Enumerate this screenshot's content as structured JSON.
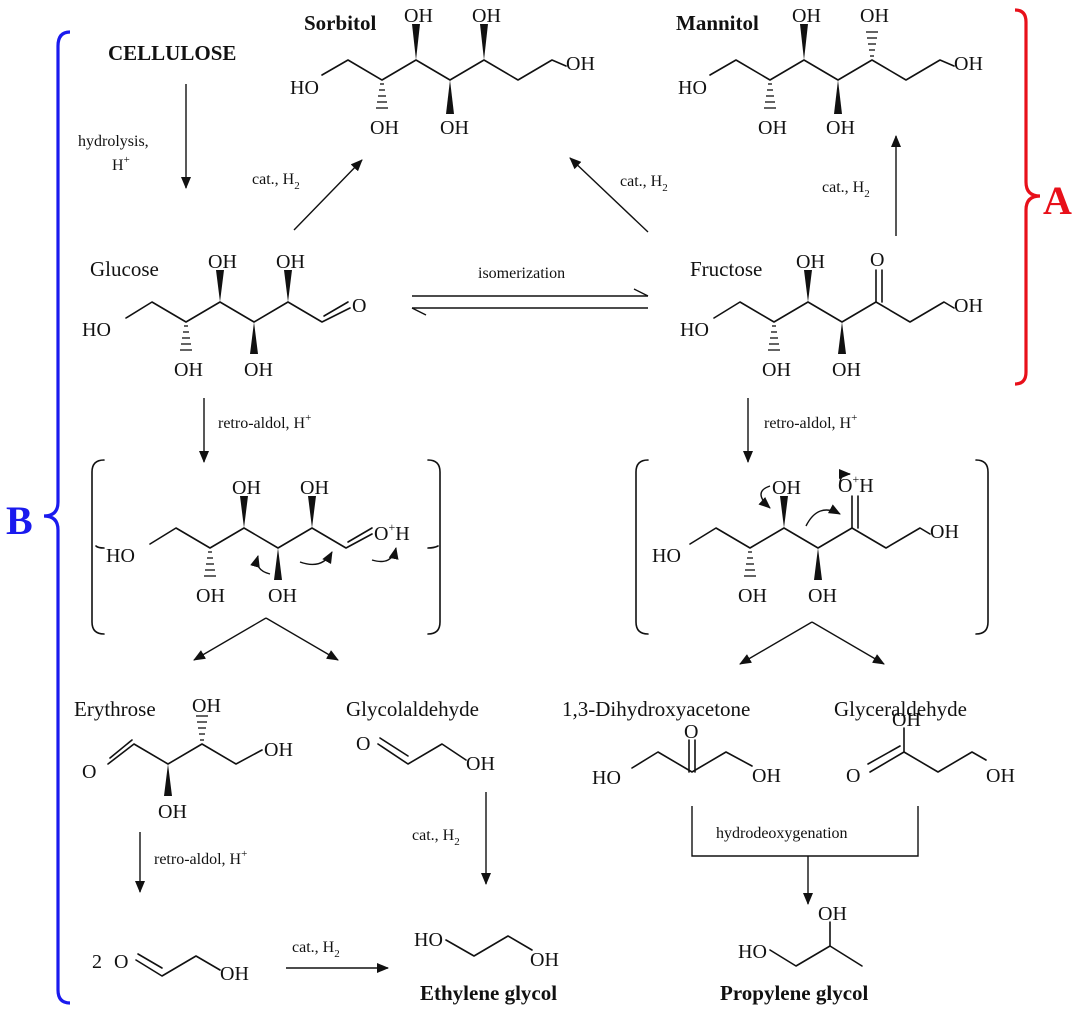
{
  "labels": {
    "cellulose": "CELLULOSE",
    "sorbitol": "Sorbitol",
    "mannitol": "Mannitol",
    "glucose": "Glucose",
    "fructose": "Fructose",
    "erythrose": "Erythrose",
    "glycolaldehyde": "Glycolaldehyde",
    "dihydroxyacetone": "1,3-Dihydroxyacetone",
    "glyceraldehyde": "Glyceraldehyde",
    "ethylene_glycol": "Ethylene glycol",
    "propylene_glycol": "Propylene glycol",
    "coefficient": "2"
  },
  "conditions": {
    "hydrolysis_line1": "hydrolysis,",
    "hydrolysis_line2": "H",
    "plus": "+",
    "cat": "cat., H",
    "sub2": "2",
    "isomerization": "isomerization",
    "retro_aldol": "retro-aldol, H",
    "hydrodeoxygenation": "hydrodeoxygenation"
  },
  "atoms": {
    "oh": "OH",
    "ho": "HO",
    "o": "O",
    "h": "H"
  },
  "brackets": {
    "a_label": "A",
    "a_color": "#e8101a",
    "b_label": "B",
    "b_color": "#1a1aee"
  }
}
